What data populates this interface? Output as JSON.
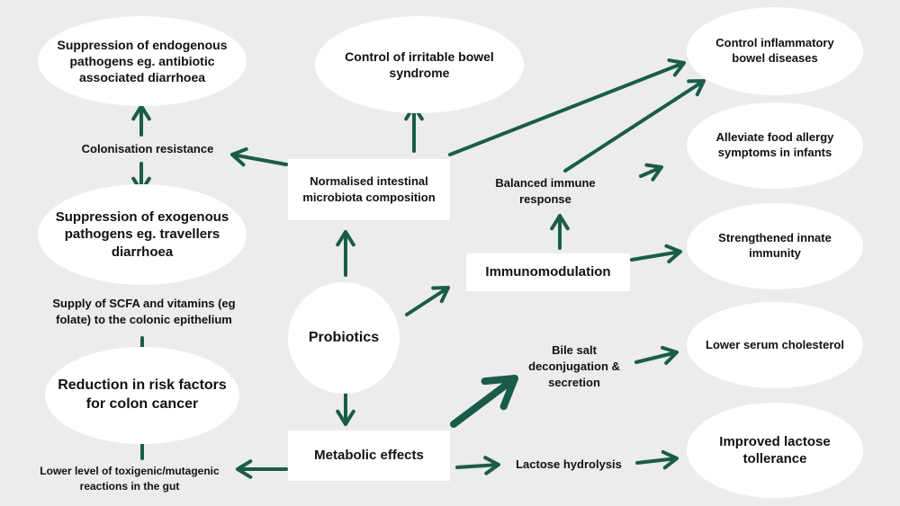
{
  "nodes": {
    "probiotics": "Probiotics",
    "normalised_microbiota": "Normalised intestinal microbiota composition",
    "immunomodulation": "Immunomodulation",
    "metabolic_effects": "Metabolic effects",
    "suppress_endogenous": "Suppression of endogenous pathogens eg. antibiotic associated diarrhoea",
    "colonisation_resistance": "Colonisation resistance",
    "suppress_exogenous": "Suppression of exogenous pathogens eg. travellers diarrhoea",
    "scfa_supply": "Supply of SCFA and vitamins (eg folate) to the colonic epithelium",
    "colon_cancer": "Reduction in risk factors for colon cancer",
    "lower_toxigenic": "Lower level of toxigenic/mutagenic reactions in the gut",
    "ibs": "Control of irritable bowel syndrome",
    "ibd": "Control inflammatory bowel diseases",
    "food_allergy": "Alleviate food allergy symptoms in infants",
    "balanced_immune": "Balanced immune response",
    "innate_immunity": "Strengthened innate immunity",
    "bile_salt": "Bile salt deconjugation & secretion",
    "cholesterol": "Lower serum cholesterol",
    "lactose_hydrolysis": "Lactose hydrolysis",
    "lactose_tolerance": "Improved lactose tollerance"
  },
  "colors": {
    "background": "#ececec",
    "node_fill": "#ffffff",
    "arrow": "#1a5c4a"
  }
}
